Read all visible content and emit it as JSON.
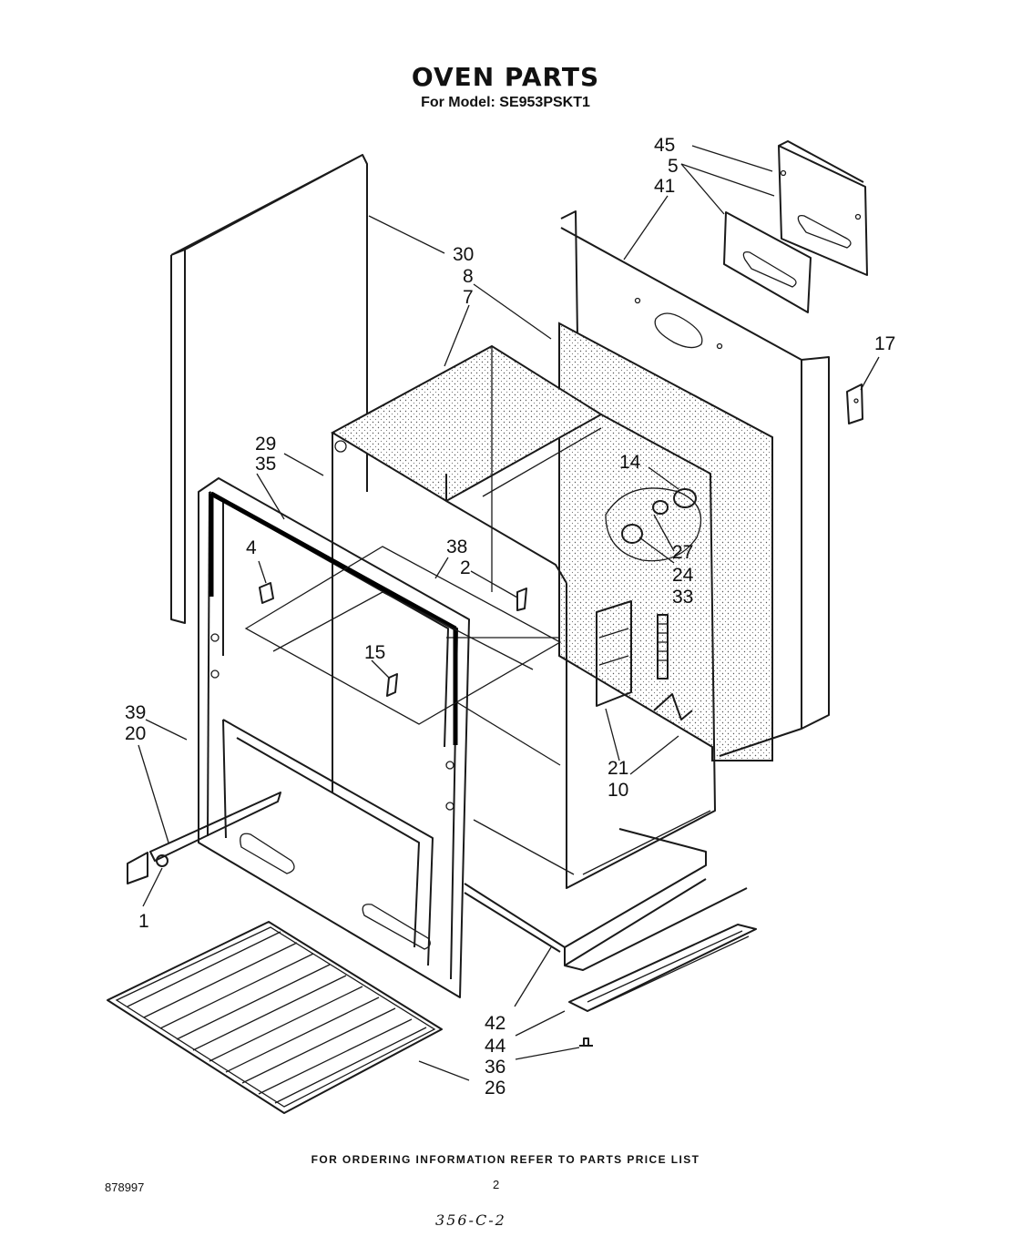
{
  "header": {
    "title": "OVEN PARTS",
    "model": "For Model: SE953PSKT1"
  },
  "labels": {
    "l45": "45",
    "l5": "5",
    "l41": "41",
    "l30": "30",
    "l8": "8",
    "l7": "7",
    "l17": "17",
    "l29": "29",
    "l35": "35",
    "l14": "14",
    "l4": "4",
    "l38": "38",
    "l2": "2",
    "l27": "27",
    "l24": "24",
    "l33": "33",
    "l15": "15",
    "l39": "39",
    "l20": "20",
    "l21": "21",
    "l10": "10",
    "l1": "1",
    "l42": "42",
    "l44": "44",
    "l36": "36",
    "l26": "26"
  },
  "footer": {
    "ordering_note": "FOR ORDERING INFORMATION REFER TO PARTS PRICE LIST",
    "doc_number": "878997",
    "page_number": "2",
    "handwritten_note": "356-C-2"
  }
}
